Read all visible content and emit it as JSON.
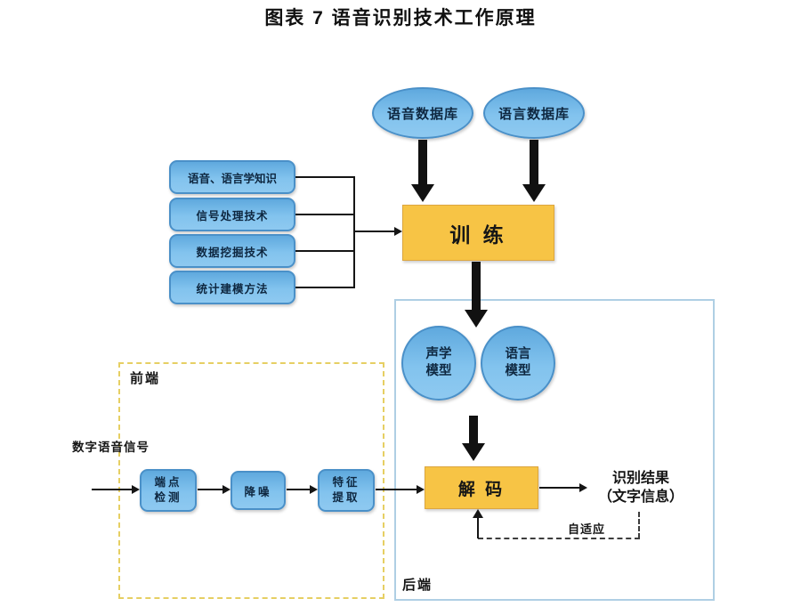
{
  "title": "图表 7 语音识别技术工作原理",
  "nodes": {
    "speech_db": "语音数据库",
    "language_db": "语言数据库",
    "knowledge": [
      "语音、语言学知识",
      "信号处理技术",
      "数据挖掘技术",
      "统计建模方法"
    ],
    "train": "训 练",
    "acoustic_model": [
      "声学",
      "模型"
    ],
    "language_model": [
      "语言",
      "模型"
    ],
    "decode": "解 码",
    "result": [
      "识别结果",
      "（文字信息）"
    ],
    "adaptive": "自适应"
  },
  "frontend": {
    "label": "前端",
    "input_label": "数字语音信号",
    "steps": [
      [
        "端点",
        "检测"
      ],
      [
        "降噪"
      ],
      [
        "特征",
        "提取"
      ]
    ]
  },
  "backend": {
    "label": "后端"
  },
  "colors": {
    "node_blue": "#82C3EE",
    "node_blue_border": "#4A90C8",
    "accent_orange": "#F7C445",
    "accent_orange_border": "#DCA63F",
    "backend_border": "#AFCFE4",
    "frontend_border": "#E6CF63",
    "line_black": "#151515"
  }
}
